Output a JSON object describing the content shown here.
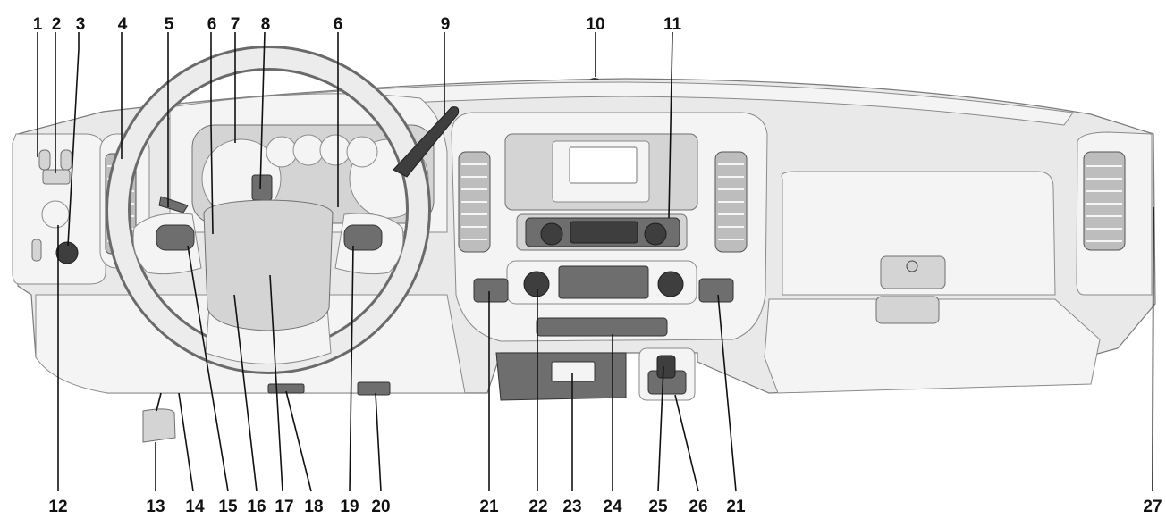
{
  "callouts": {
    "top": [
      "1",
      "2",
      "3",
      "4",
      "5",
      "6",
      "7",
      "8",
      "6",
      "9",
      "10",
      "11"
    ],
    "bottom": [
      "12",
      "13",
      "14",
      "15",
      "16",
      "17",
      "18",
      "19",
      "20",
      "21",
      "22",
      "23",
      "24",
      "25",
      "26",
      "21",
      "27"
    ]
  }
}
